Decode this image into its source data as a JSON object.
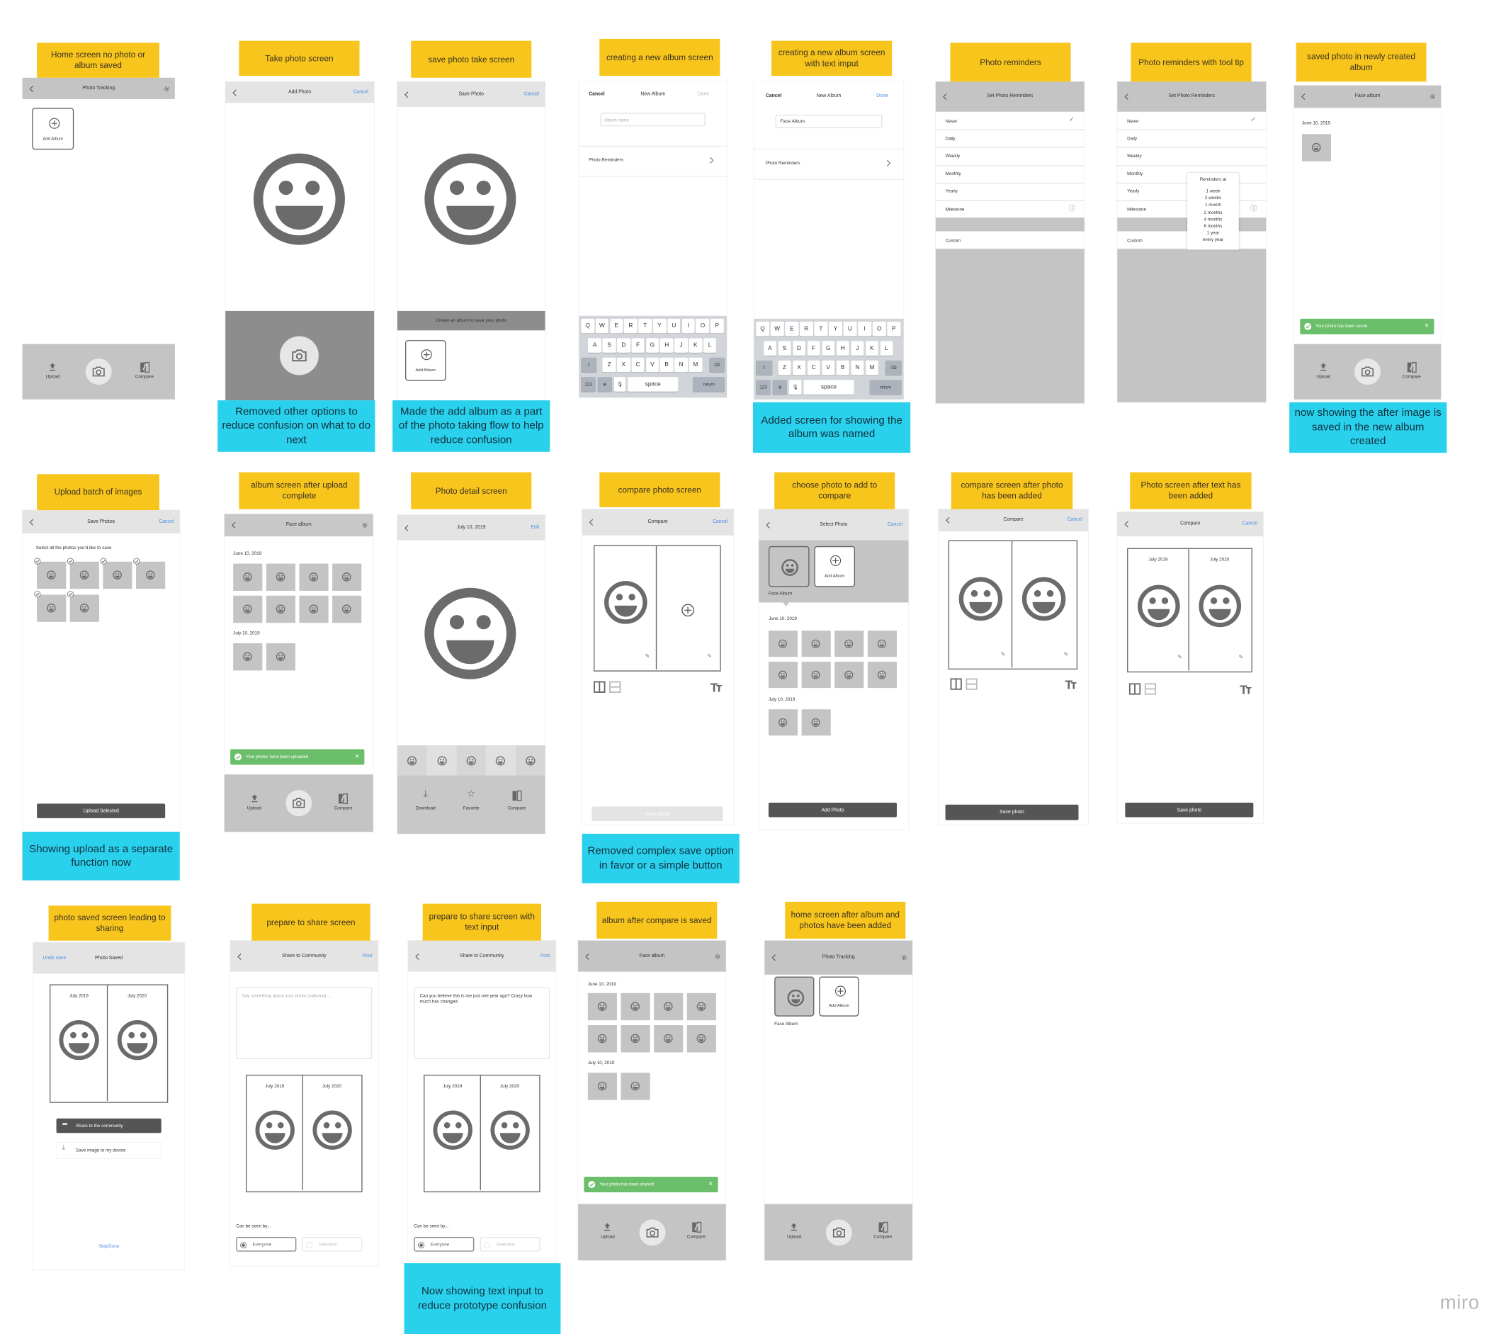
{
  "board": {
    "logo": "miro"
  },
  "colors": {
    "sticky": "#f8c51c",
    "note": "#29d1ec",
    "toast": "#6cbf6a",
    "link": "#4a90e2",
    "bar": "#c4c4c4",
    "button": "#555555"
  },
  "stickies": [
    "Home screen no photo or album saved",
    "Take photo screen",
    "save photo take screen",
    "creating a new album screen",
    "creating a new album screen with text imput",
    "Photo reminders",
    "Photo reminders with tool tip",
    "saved photo in newly created album",
    "Upload batch of images",
    "album screen after upload complete",
    "Photo detail screen",
    "compare photo screen",
    "choose photo to add to compare",
    "compare screen after photo has been added",
    "Photo screen after text has been added",
    "photo saved screen leading to sharing",
    "prepare to share screen",
    "prepare to share screen with text input",
    "album after compare is saved",
    "home screen after album and photos have been added"
  ],
  "notes": [
    "Removed other options to reduce confusion on what to do next",
    "Made the add album as a part of the photo taking flow to help reduce confusion",
    "Added screen for showing the album was named",
    "now showing the after image is saved in the new album created",
    "Showing upload as a separate function now",
    "Removed complex save option in favor or a simple button",
    "Now showing text input to reduce prototype confusion"
  ],
  "nav": {
    "upload": "Upload",
    "compare": "Compare"
  },
  "icons": {
    "back": "chevron-left",
    "settings": "gear",
    "add": "plus-circle",
    "camera": "camera",
    "upload": "upload-arrow",
    "compare": "compare",
    "text_size": "Tт",
    "check": "check",
    "info": "info",
    "close": "x",
    "edit": "pencil"
  },
  "keyboard": {
    "rows": [
      [
        "Q",
        "W",
        "E",
        "R",
        "T",
        "Y",
        "U",
        "I",
        "O",
        "P"
      ],
      [
        "A",
        "S",
        "D",
        "F",
        "G",
        "H",
        "J",
        "K",
        "L"
      ],
      [
        "Z",
        "X",
        "C",
        "V",
        "B",
        "N",
        "M"
      ]
    ],
    "num": "123",
    "space": "space",
    "return": "return"
  },
  "screens": {
    "home_empty": {
      "title": "Photo Tracking",
      "add_album": "Add Album"
    },
    "take_photo": {
      "title": "Add Photo",
      "cancel": "Cancel"
    },
    "save_photo": {
      "title": "Save Photo",
      "cancel": "Cancel",
      "banner": "Create an album to save your photo",
      "add_album": "Add Album"
    },
    "new_album": {
      "cancel": "Cancel",
      "title": "New Album",
      "done": "Done",
      "placeholder": "Album name",
      "reminders": "Photo Reminders"
    },
    "new_album_filled": {
      "cancel": "Cancel",
      "title": "New Album",
      "done": "Done",
      "value": "Face Album",
      "reminders": "Photo Reminders"
    },
    "reminders": {
      "title": "Set Photo Reminders",
      "options": [
        "Never",
        "Daily",
        "Weekly",
        "Monthly",
        "Yearly",
        "Milestone"
      ],
      "custom": "Custom",
      "selected": "Never"
    },
    "tooltip": {
      "heading": "Reminders at",
      "items": [
        "1 week",
        "2 weeks",
        "1 month",
        "2 months",
        "4 months",
        "6 months",
        "1 year",
        "every year"
      ]
    },
    "saved_album": {
      "title": "Face album",
      "date": "June 10, 2019",
      "toast": "Your photo has been saved"
    },
    "upload_batch": {
      "title": "Save Photos",
      "cancel": "Cancel",
      "instruction": "Select all the photos you'd like to save",
      "button": "Upload Selected"
    },
    "album_uploaded": {
      "title": "Face album",
      "dates": [
        "June 10, 2019",
        "July 10, 2019"
      ],
      "toast": "Your photos have been uploaded"
    },
    "photo_detail": {
      "title": "July 10, 2019",
      "edit": "Edit",
      "actions": [
        "Download",
        "Favorite",
        "Compare"
      ]
    },
    "compare": {
      "title": "Compare",
      "cancel": "Cancel",
      "save": "Save photo"
    },
    "select_photo": {
      "title": "Select Photo",
      "cancel": "Cancel",
      "album": "Face Album",
      "add_album": "Add Album",
      "dates": [
        "June 10, 2019",
        "July 10, 2019"
      ],
      "button": "Add Photo"
    },
    "compare_labels": [
      "July 2019",
      "July 2020"
    ],
    "photo_saved": {
      "undo": "Undo save",
      "title": "Photo Saved",
      "share": "Share to the community",
      "save_device": "Save image to my device",
      "skip": "Skip/Done"
    },
    "share": {
      "title": "Share to Community",
      "post": "Post",
      "placeholder": "Say something about your photo (optional) ...",
      "text": "Can you believe this is me just one year ago? Crazy how much has changed.",
      "seen_by": "Can be seen by...",
      "options": [
        "Everyone",
        "Selective"
      ],
      "selected": "Everyone"
    },
    "album_shared": {
      "title": "Face album",
      "dates": [
        "June 10, 2019",
        "July 10, 2019"
      ],
      "toast": "Your photo has been shared!"
    },
    "home_full": {
      "title": "Photo Tracking",
      "album": "Face Album",
      "add_album": "Add Album"
    }
  }
}
